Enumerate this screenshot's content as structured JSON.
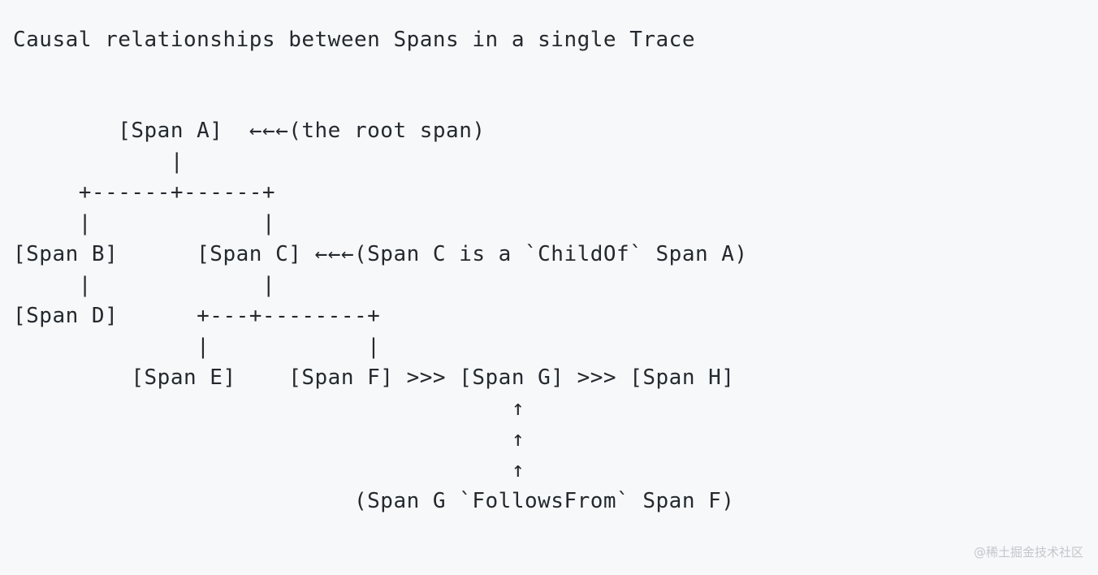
{
  "document": {
    "title": "Causal relationships between Spans in a single Trace",
    "background_color": "#f6f8fa",
    "text_color": "#24292e"
  },
  "watermark": {
    "text": "@稀土掘金技术社区",
    "color": "#c3c7cc"
  },
  "diagram": {
    "type": "ascii-art-tree",
    "ascii": "        [Span A]  ←←←(the root span)\n            |\n     +------+------+\n     |             |\n[Span B]      [Span C] ←←←(Span C is a `ChildOf` Span A)\n     |             |\n[Span D]      +---+--------+\n              |            |\n         [Span E]    [Span F] >>> [Span G] >>> [Span H]\n                                      ↑\n                                      ↑\n                                      ↑\n                          (Span G `FollowsFrom` Span F)",
    "lines": [
      "        [Span A]  ←←←(the root span)",
      "            |",
      "     +------+------+",
      "     |             |",
      "[Span B]      [Span C] ←←←(Span C is a `ChildOf` Span A)",
      "     |             |",
      "[Span D]      +---+--------+",
      "              |            |",
      "         [Span E]    [Span F] >>> [Span G] >>> [Span H]",
      "                                      ↑",
      "                                      ↑",
      "                                      ↑",
      "                          (Span G `FollowsFrom` Span F)"
    ],
    "nodes": [
      {
        "id": "A",
        "label": "[Span A]",
        "note": "(the root span)"
      },
      {
        "id": "B",
        "label": "[Span B]",
        "note": ""
      },
      {
        "id": "C",
        "label": "[Span C]",
        "note": "(Span C is a `ChildOf` Span A)"
      },
      {
        "id": "D",
        "label": "[Span D]",
        "note": ""
      },
      {
        "id": "E",
        "label": "[Span E]",
        "note": ""
      },
      {
        "id": "F",
        "label": "[Span F]",
        "note": ""
      },
      {
        "id": "G",
        "label": "[Span G]",
        "note": ""
      },
      {
        "id": "H",
        "label": "[Span H]",
        "note": ""
      }
    ],
    "edges": [
      {
        "from": "A",
        "to": "B",
        "kind": "ChildOf",
        "glyph": "|"
      },
      {
        "from": "A",
        "to": "C",
        "kind": "ChildOf",
        "glyph": "|"
      },
      {
        "from": "B",
        "to": "D",
        "kind": "ChildOf",
        "glyph": "|"
      },
      {
        "from": "C",
        "to": "E",
        "kind": "ChildOf",
        "glyph": "|"
      },
      {
        "from": "C",
        "to": "F",
        "kind": "ChildOf",
        "glyph": "|"
      },
      {
        "from": "F",
        "to": "G",
        "kind": "FollowsFrom",
        "glyph": ">>>"
      },
      {
        "from": "G",
        "to": "H",
        "kind": "FollowsFrom",
        "glyph": ">>>"
      }
    ],
    "annotations": [
      {
        "arrow": "←←←",
        "text": "(the root span)"
      },
      {
        "arrow": "←←←",
        "text": "(Span C is a `ChildOf` Span A)"
      },
      {
        "arrow": "↑",
        "text": "(Span G `FollowsFrom` Span F)"
      }
    ]
  }
}
